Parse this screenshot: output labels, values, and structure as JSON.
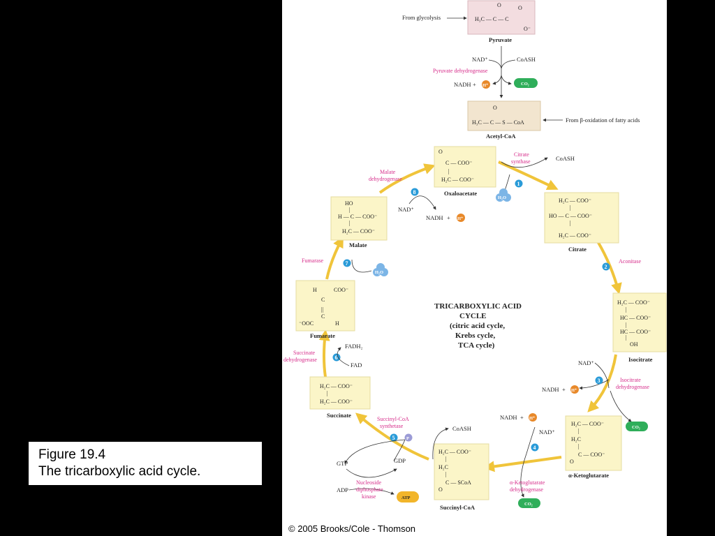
{
  "caption": {
    "line1": "Figure 19.4",
    "line2": "The tricarboxylic acid cycle."
  },
  "copyright": "© 2005 Brooks/Cole - Thomson",
  "cycle_title": [
    "TRICARBOXYLIC ACID",
    "CYCLE",
    "(citric acid cycle,",
    "Krebs cycle,",
    "TCA cycle)"
  ],
  "inputs": {
    "from_glycolysis": "From glycolysis",
    "from_beta_oxidation": "From β-oxidation of fatty acids"
  },
  "molecules": {
    "pyruvate": "Pyruvate",
    "acetyl_coa": "Acetyl-CoA",
    "oxaloacetate": "Oxaloacetate",
    "citrate": "Citrate",
    "isocitrate": "Isocitrate",
    "alpha_ketoglutarate": "α-Ketoglutarate",
    "succinyl_coa": "Succinyl-CoA",
    "succinate": "Succinate",
    "fumarate": "Fumarate",
    "malate": "Malate"
  },
  "enzymes": {
    "pyruvate_dehydrogenase": "Pyruvate dehydrogenase",
    "citrate_synthase": [
      "Citrate",
      "synthase"
    ],
    "aconitase": "Aconitase",
    "isocitrate_dehydrogenase": [
      "Isocitrate",
      "dehydrogenase"
    ],
    "akg_dehydrogenase": [
      "α-Ketoglutarate",
      "dehydrogenase"
    ],
    "succinyl_coa_synthetase": [
      "Succinyl-CoA",
      "synthetase"
    ],
    "nucleoside_diphosphate_kinase": [
      "Nucleoside",
      "diphosphate",
      "kinase"
    ],
    "succinate_dehydrogenase": [
      "Succinate",
      "dehydrogenase"
    ],
    "fumarase": "Fumarase",
    "malate_dehydrogenase": [
      "Malate",
      "dehydrogenase"
    ]
  },
  "cofactors": {
    "nad": "NAD⁺",
    "nadh": "NADH",
    "plus": "+",
    "coash": "CoASH",
    "fad": "FAD",
    "fadh2": "FADH₂",
    "gtp": "GTP",
    "gdp": "GDP",
    "adp": "ADP",
    "h_plus": "H⁺",
    "co2": "CO₂",
    "h2o": "H₂O",
    "atp": "ATP",
    "p": "P"
  },
  "step_numbers": [
    "1",
    "2",
    "3",
    "4",
    "5",
    "6",
    "7",
    "8"
  ],
  "colors": {
    "cycle_arrow": "#f0c43a",
    "enzyme_text": "#d62c8a",
    "step_badge": "#2a9bd8",
    "h_plus": "#e8892a",
    "co2": "#2fae5a",
    "h2o": "#7cb5e6",
    "atp": "#f2b52a",
    "p_badge": "#9b9bd6"
  }
}
